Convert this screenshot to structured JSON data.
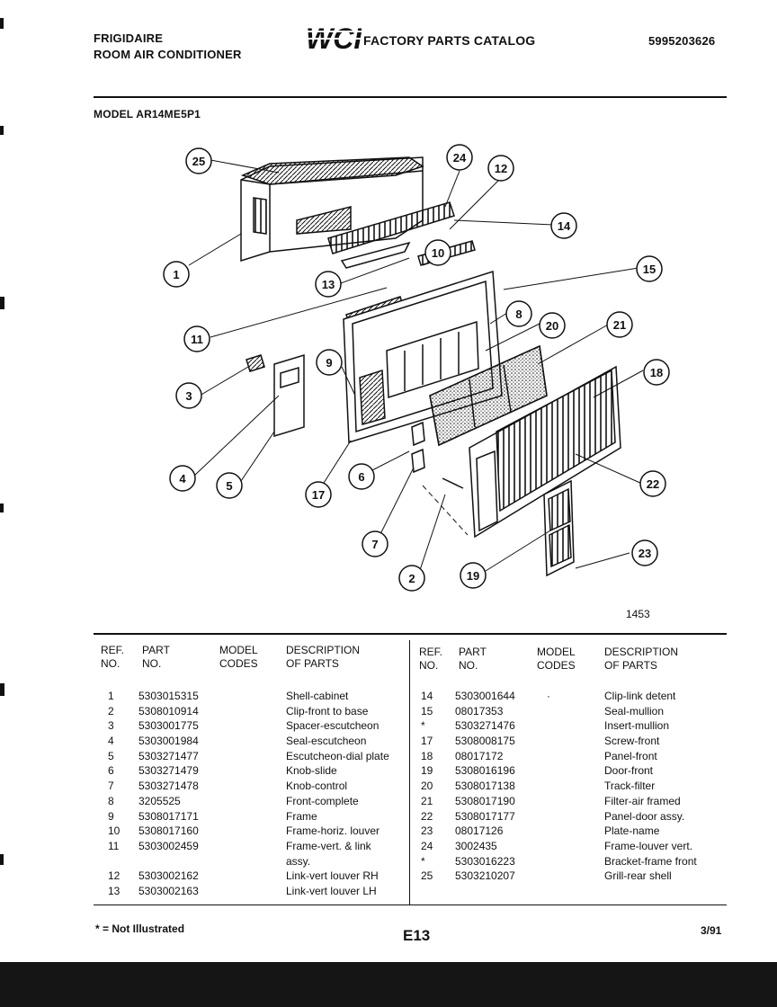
{
  "header": {
    "brand_line1": "FRIGIDAIRE",
    "brand_line2": "ROOM AIR CONDITIONER",
    "logo_text": "WCI",
    "catalog_title": "FACTORY PARTS CATALOG",
    "document_number": "5995203626"
  },
  "model_label": "MODEL AR14ME5P1",
  "diagram": {
    "figure_number": "1453",
    "callouts": [
      "1",
      "2",
      "3",
      "4",
      "5",
      "6",
      "7",
      "8",
      "9",
      "10",
      "11",
      "12",
      "13",
      "14",
      "15",
      "17",
      "18",
      "19",
      "20",
      "21",
      "22",
      "23",
      "24",
      "25"
    ]
  },
  "table": {
    "headers": {
      "ref": "REF.\nNO.",
      "part": "PART\nNO.",
      "model": "MODEL\nCODES",
      "desc": "DESCRIPTION\nOF PARTS"
    },
    "left_rows": [
      {
        "ref": "1",
        "part": "5303015315",
        "desc": "Shell-cabinet"
      },
      {
        "ref": "2",
        "part": "5308010914",
        "desc": "Clip-front to base"
      },
      {
        "ref": "3",
        "part": "5303001775",
        "desc": "Spacer-escutcheon"
      },
      {
        "ref": "4",
        "part": "5303001984",
        "desc": "Seal-escutcheon"
      },
      {
        "ref": "5",
        "part": "5303271477",
        "desc": "Escutcheon-dial plate"
      },
      {
        "ref": "6",
        "part": "5303271479",
        "desc": "Knob-slide"
      },
      {
        "ref": "7",
        "part": "5303271478",
        "desc": "Knob-control"
      },
      {
        "ref": "8",
        "part": "3205525",
        "desc": "Front-complete"
      },
      {
        "ref": "9",
        "part": "5308017171",
        "desc": "Frame"
      },
      {
        "ref": "10",
        "part": "5308017160",
        "desc": "Frame-horiz. louver"
      },
      {
        "ref": "11",
        "part": "5303002459",
        "desc": "Frame-vert. & link"
      },
      {
        "ref": "",
        "part": "",
        "desc": "assy."
      },
      {
        "ref": "12",
        "part": "5303002162",
        "desc": "Link-vert louver RH"
      },
      {
        "ref": "13",
        "part": "5303002163",
        "desc": "Link-vert louver LH"
      }
    ],
    "right_rows": [
      {
        "ref": "14",
        "part": "5303001644",
        "model": "·",
        "desc": "Clip-link detent"
      },
      {
        "ref": "15",
        "part": "08017353",
        "model": "",
        "desc": "Seal-mullion"
      },
      {
        "ref": "*",
        "part": "5303271476",
        "model": "",
        "desc": "Insert-mullion"
      },
      {
        "ref": "17",
        "part": "5308008175",
        "model": "",
        "desc": "Screw-front"
      },
      {
        "ref": "18",
        "part": "08017172",
        "model": "",
        "desc": "Panel-front"
      },
      {
        "ref": "19",
        "part": "5308016196",
        "model": "",
        "desc": "Door-front"
      },
      {
        "ref": "20",
        "part": "5308017138",
        "model": "",
        "desc": "Track-filter"
      },
      {
        "ref": "21",
        "part": "5308017190",
        "model": "",
        "desc": "Filter-air framed"
      },
      {
        "ref": "22",
        "part": "5308017177",
        "model": "",
        "desc": "Panel-door assy."
      },
      {
        "ref": "23",
        "part": "08017126",
        "model": "",
        "desc": "Plate-name"
      },
      {
        "ref": "24",
        "part": "3002435",
        "model": "",
        "desc": "Frame-louver vert."
      },
      {
        "ref": "*",
        "part": "5303016223",
        "model": "",
        "desc": "Bracket-frame front"
      },
      {
        "ref": "25",
        "part": "5303210207",
        "model": "",
        "desc": "Grill-rear shell"
      }
    ]
  },
  "footer": {
    "note": "* = Not Illustrated",
    "page_code": "E13",
    "date": "3/91"
  },
  "colors": {
    "ink": "#111111",
    "paper": "#ffffff",
    "scan_edge": "#151515"
  }
}
